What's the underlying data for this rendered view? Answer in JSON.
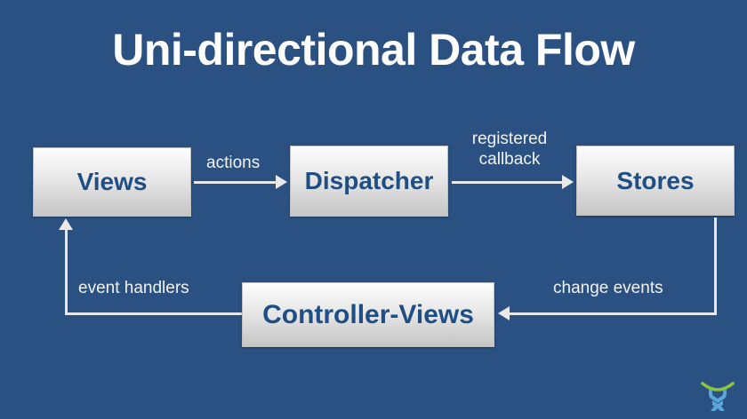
{
  "slide": {
    "title": "Uni-directional Data Flow",
    "background_color": "#2a5182",
    "title_color": "#ffffff",
    "node_text_color": "#1f4e85",
    "connector_color": "#e9e9e9",
    "label_color": "#f2f2f2"
  },
  "nodes": [
    {
      "id": "views",
      "label": "Views"
    },
    {
      "id": "dispatcher",
      "label": "Dispatcher"
    },
    {
      "id": "stores",
      "label": "Stores"
    },
    {
      "id": "controller",
      "label": "Controller-Views"
    }
  ],
  "edges": [
    {
      "id": "views-dispatcher",
      "from": "views",
      "to": "dispatcher",
      "label": "actions"
    },
    {
      "id": "dispatcher-stores",
      "from": "dispatcher",
      "to": "stores",
      "label": "registered callback",
      "label_line1": "registered",
      "label_line2": "callback"
    },
    {
      "id": "stores-controller",
      "from": "stores",
      "to": "controller",
      "label": "change events"
    },
    {
      "id": "controller-views",
      "from": "controller",
      "to": "views",
      "label": "event handlers"
    }
  ],
  "logo": {
    "name": "brand-logo",
    "arc_color": "#8cc63f",
    "mark_color": "#5aa6d8"
  }
}
